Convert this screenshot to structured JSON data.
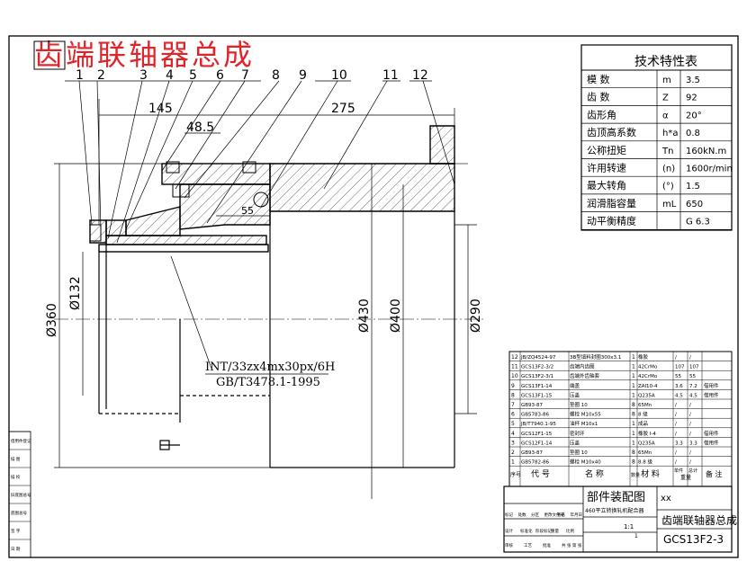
{
  "title": "齿端联轴器总成",
  "balloons": [
    "1",
    "2",
    "3",
    "4",
    "5",
    "6",
    "7",
    "8",
    "9",
    "10",
    "11",
    "12"
  ],
  "dimensions": {
    "d145": "145",
    "d275": "275",
    "d48_5": "48.5",
    "d55": "55",
    "dia360": "Ø360",
    "dia132": "Ø132",
    "dia430": "Ø430",
    "dia400": "Ø400",
    "dia290": "Ø290"
  },
  "spline_note": {
    "line1": "INT/33zx4mx30px/6H",
    "line2": "GB/T3478.1-1995"
  },
  "tech_table": {
    "title": "技术特性表",
    "rows": [
      {
        "name": "模 数",
        "symbol": "m",
        "value": "3.5"
      },
      {
        "name": "齿 数",
        "symbol": "Z",
        "value": "92"
      },
      {
        "name": "齿形角",
        "symbol": "α",
        "value": "20°"
      },
      {
        "name": "齿顶高系数",
        "symbol": "h*a",
        "value": "0.8"
      },
      {
        "name": "公称扭矩",
        "symbol": "Tn",
        "value": "160kN.m"
      },
      {
        "name": "许用转速",
        "symbol": "(n)",
        "value": "1600r/min"
      },
      {
        "name": "最大转角",
        "symbol": "(°)",
        "value": "1.5"
      },
      {
        "name": "润滑脂容量",
        "symbol": "mL",
        "value": "650"
      },
      {
        "name": "动平衡精度",
        "symbol": "",
        "value": "G 6.3"
      }
    ]
  },
  "bom": {
    "rows": [
      {
        "no": "12",
        "code": "JB/ZQ4524-97",
        "name": "3B型填料封圈300x3.1",
        "qty": "1",
        "mat": "橡胶",
        "w1": "/",
        "w2": "/",
        "note": ""
      },
      {
        "no": "11",
        "code": "GCS13F2-3/2",
        "name": "齿端内齿圈",
        "qty": "1",
        "mat": "42CrMo",
        "w1": "107",
        "w2": "107",
        "note": ""
      },
      {
        "no": "10",
        "code": "GCS13F2-3/1",
        "name": "齿端外齿轴套",
        "qty": "1",
        "mat": "42CrMo",
        "w1": "55",
        "w2": "55",
        "note": ""
      },
      {
        "no": "9",
        "code": "GCS13F1-14",
        "name": "端盖",
        "qty": "1",
        "mat": "ZAl10-4",
        "w1": "3.6",
        "w2": "7.2",
        "note": "借用件"
      },
      {
        "no": "8",
        "code": "GCS13F1-15",
        "name": "压盖",
        "qty": "1",
        "mat": "Q235A",
        "w1": "4.5",
        "w2": "4.5",
        "note": "借用件"
      },
      {
        "no": "7",
        "code": "GB93-87",
        "name": "垫圈 10",
        "qty": "8",
        "mat": "65Mn",
        "w1": "/",
        "w2": "/",
        "note": ""
      },
      {
        "no": "6",
        "code": "GB5783-86",
        "name": "螺栓 M10x55",
        "qty": "8",
        "mat": "8 级",
        "w1": "/",
        "w2": "/",
        "note": ""
      },
      {
        "no": "5",
        "code": "JB/T7940.1-95",
        "name": "油杯 M10x1",
        "qty": "1",
        "mat": "成品",
        "w1": "/",
        "w2": "/",
        "note": ""
      },
      {
        "no": "4",
        "code": "GCS12F1-15",
        "name": "密封环",
        "qty": "1",
        "mat": "橡胶 I-4",
        "w1": "/",
        "w2": "/",
        "note": "借用件"
      },
      {
        "no": "3",
        "code": "GCS12F1-14",
        "name": "压盖",
        "qty": "1",
        "mat": "Q235A",
        "w1": "3.3",
        "w2": "3.3",
        "note": "借用件"
      },
      {
        "no": "2",
        "code": "GB93-87",
        "name": "垫圈 10",
        "qty": "8",
        "mat": "65Mn",
        "w1": "/",
        "w2": "/",
        "note": ""
      },
      {
        "no": "1",
        "code": "GB5782-86",
        "name": "螺栓 M10x40",
        "qty": "8",
        "mat": "8.8 级",
        "w1": "/",
        "w2": "/",
        "note": ""
      }
    ],
    "header": {
      "no": "序号",
      "code": "代 号",
      "name": "名 称",
      "qty": "数量",
      "mat": "材 料",
      "w1": "单件",
      "w2": "总计",
      "weight": "重量",
      "note": "备 注"
    }
  },
  "title_block": {
    "doc_type": "部件装配图",
    "doc_sub": "xx",
    "line_sub": "460平立转换轧机配合器",
    "main_name": "齿端联轴器总成",
    "drawing_no": "GCS13F2-3",
    "scale": "1:1",
    "sheet": "1",
    "row_labels": [
      "标记",
      "处数",
      "分区",
      "更改文件号",
      "签名",
      "年月日"
    ],
    "row_labels2": [
      "设计",
      "标准化",
      "阶段标记",
      "重量",
      "比例"
    ],
    "row_labels3": [
      "审核",
      "工艺",
      "批准",
      "共 张 第 张"
    ]
  },
  "left_block": {
    "labels": [
      "借用件登记",
      "描 图",
      "描 校",
      "旧底图总号",
      "底图总号",
      "签 字",
      "日 期"
    ]
  }
}
